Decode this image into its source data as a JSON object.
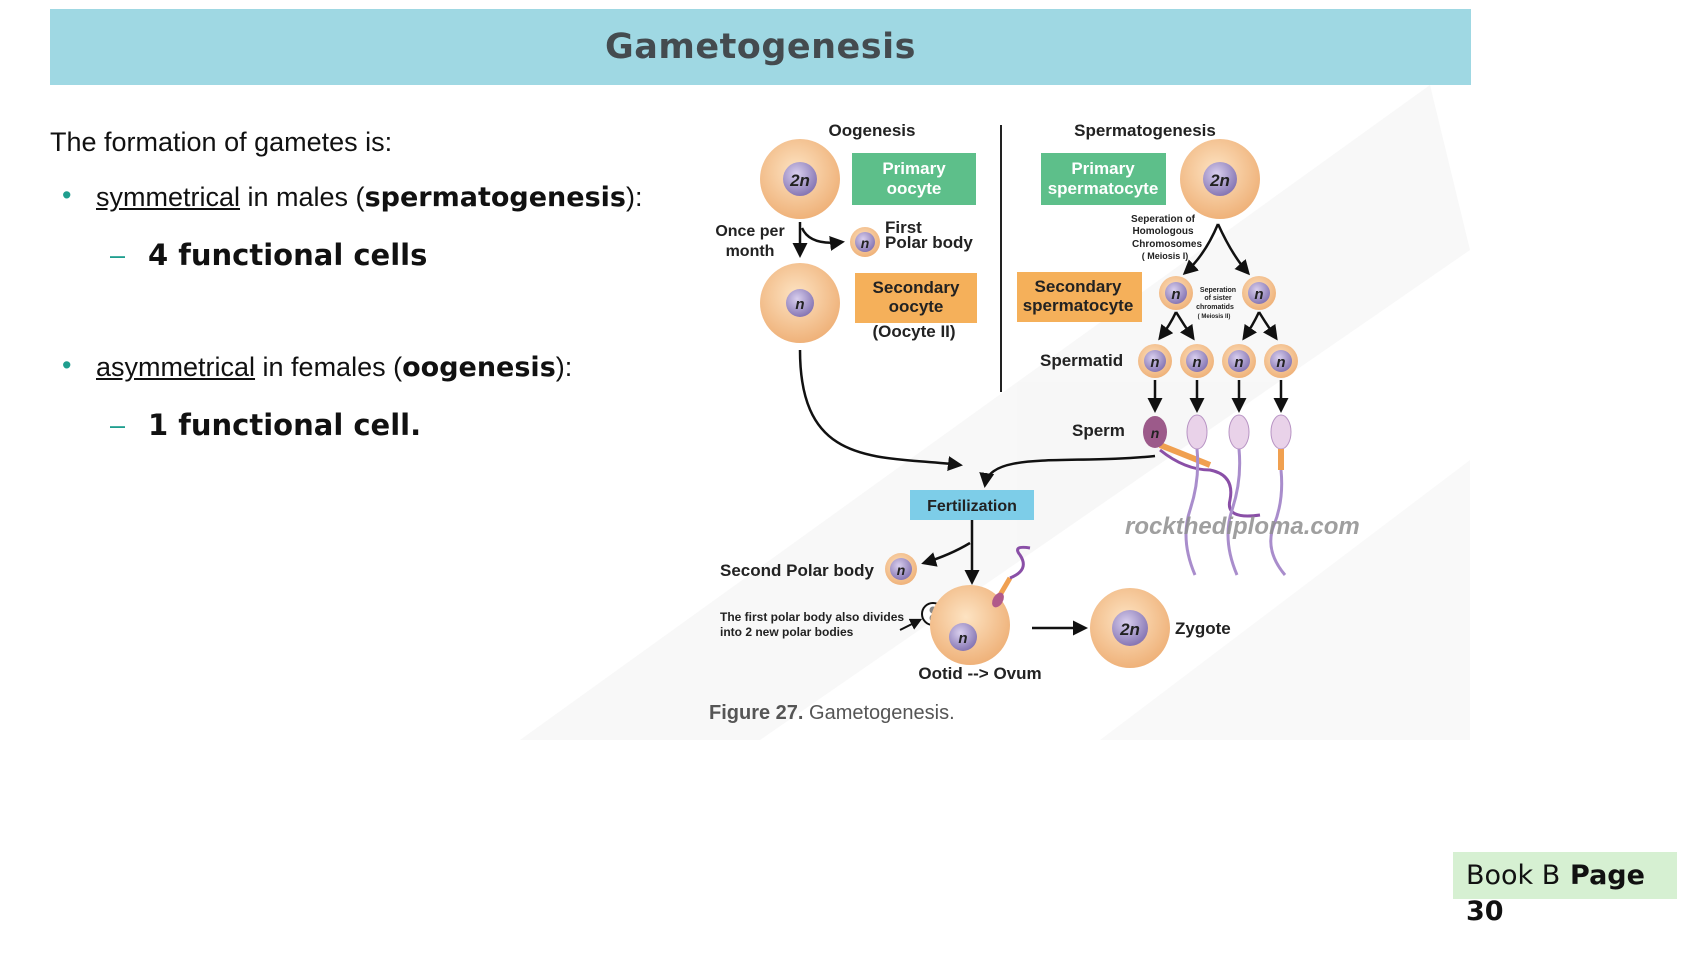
{
  "slide": {
    "title": "Gametogenesis",
    "intro": "The formation of gametes is:",
    "points": [
      {
        "adjective": "symmetrical",
        "middle": " in males (",
        "process": "spermatogenesis",
        "end": "):",
        "detail": "4 functional cells"
      },
      {
        "adjective": "asymmetrical",
        "middle": " in females (",
        "process": "oogenesis",
        "end": "):",
        "detail": "1 functional cell."
      }
    ],
    "bullet_glyph": "•",
    "dash_glyph": "–"
  },
  "figure": {
    "caption_number": "Figure 27.",
    "caption_text": " Gametogenesis.",
    "oogenesis_header": "Oogenesis",
    "spermatogenesis_header": "Spermatogenesis",
    "primary_oocyte": [
      "Primary",
      "oocyte"
    ],
    "primary_spermatocyte": [
      "Primary",
      "spermatocyte"
    ],
    "once_per_month": [
      "Once per",
      "month"
    ],
    "first_polar_body": [
      "First",
      "Polar body"
    ],
    "secondary_oocyte": [
      "Secondary",
      "oocyte"
    ],
    "oocyte_ii": "(Oocyte II)",
    "secondary_spermatocyte": [
      "Secondary",
      "spermatocyte"
    ],
    "meiosis_i_note": [
      "Seperation of",
      "Homologous",
      "Chromosomes",
      "( Meiosis I)"
    ],
    "meiosis_ii_note": [
      "Seperation",
      "of sister",
      "chromatids",
      "( Meiosis II)"
    ],
    "spermatid": "Spermatid",
    "sperm": "Sperm",
    "fertilization": "Fertilization",
    "second_polar_body": "Second Polar body",
    "polar_divide_note": [
      "The first polar body also divides",
      "into 2 new polar bodies"
    ],
    "ootid_ovum": "Ootid --> Ovum",
    "zygote": "Zygote",
    "diploid": "2n",
    "haploid": "n",
    "watermark": "rockthediploma.com",
    "colors": {
      "green_box": "#5dbf8a",
      "orange_box": "#f5b05a",
      "blue_box": "#7dcde8",
      "cell": "#f6c48f",
      "nucleus": "#9b8cc4"
    }
  },
  "book_ref": {
    "book": "Book B",
    "page_label": "Page",
    "page_number": "30"
  }
}
